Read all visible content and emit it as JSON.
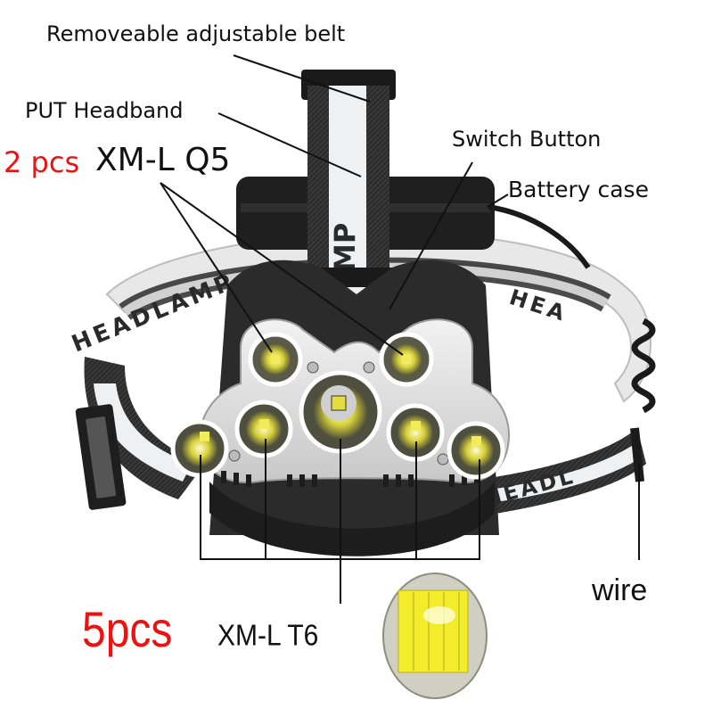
{
  "labels": {
    "belt": "Removeable adjustable belt",
    "headband": "PUT Headband",
    "q5_count": "2 pcs",
    "q5_model": "XM-L Q5",
    "switch": "Switch Button",
    "battery": "Battery case",
    "wire": "wire",
    "t6_count": "5pcs",
    "t6_model": "XM-L T6"
  },
  "strap_text": "HEADLAMP",
  "colors": {
    "accent_red": "#ee1111",
    "label_text": "#111111",
    "housing_silver": "#d9d9d9",
    "led_yellow": "#e8e23a",
    "strap_black": "#2a2a2a",
    "strap_white": "#eef0f2"
  },
  "leds": {
    "q5_count": 2,
    "t6_count": 5
  }
}
